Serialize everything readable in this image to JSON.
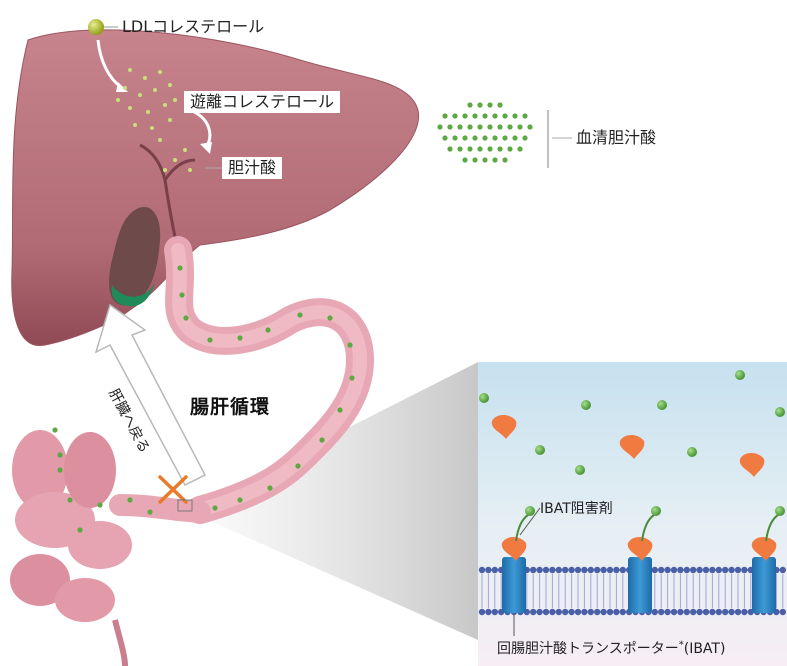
{
  "labels": {
    "ldl": "LDLコレステロール",
    "free_cholesterol": "遊離コレステロール",
    "bile_acid": "胆汁酸",
    "serum_bile_acid": "血清胆汁酸",
    "enterohepatic": "腸肝循環",
    "return_to_liver": "肝臓へ戻る",
    "ibat_inhibitor": "IBAT阻害剤",
    "ibat_full": "回腸胆汁酸トランスポーター",
    "ibat_abbr": "(IBAT)",
    "asterisk": "*"
  },
  "colors": {
    "liver": "#b8727a",
    "liver_dark": "#8f4a55",
    "gallbladder": "#6e4a4a",
    "gallbladder_bile": "#1f8a5a",
    "intestine": "#e8a7b4",
    "bile_dot": "#5ea843",
    "ldl_ball": "#a8b820",
    "arrow_fill": "#ffffff",
    "blocker_x": "#e87a2a",
    "inset_bg_top": "#cfe6f2",
    "inset_bg_bottom": "#f4f0f4",
    "membrane_head": "#4b5fa8",
    "transporter": "#2a7fc0",
    "inhibitor": "#f07a40"
  },
  "icons": {
    "ldl": "ldl-particle-icon",
    "bile_dot": "bile-acid-dot-icon",
    "block": "block-x-icon",
    "inhibitor": "ibat-inhibitor-icon",
    "transporter": "ibat-transporter-icon"
  }
}
